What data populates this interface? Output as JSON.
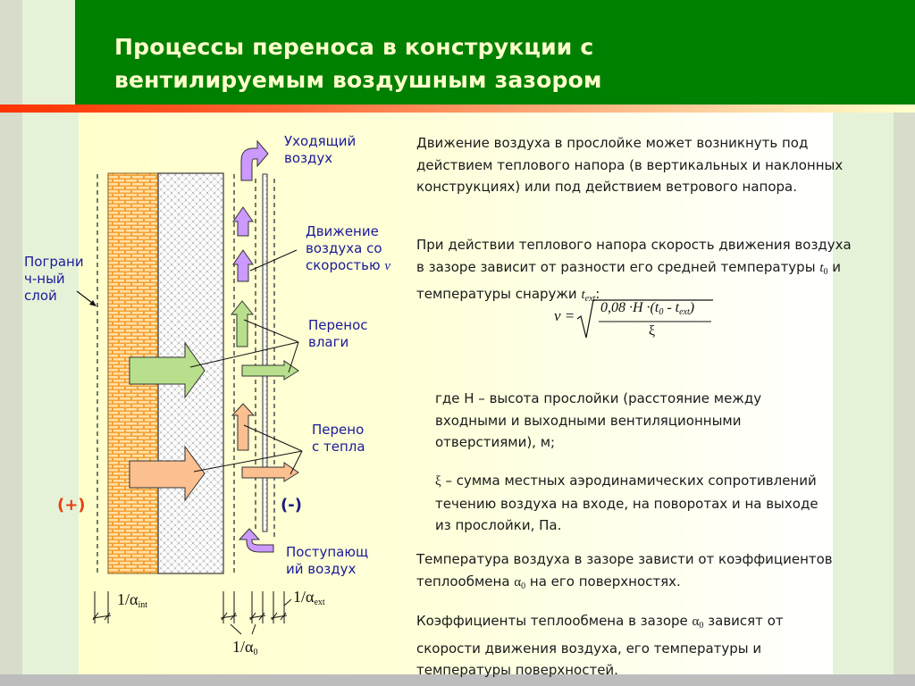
{
  "slide": {
    "title_line1": "Процессы переноса в конструкции с",
    "title_line2": "вентилируемым воздушным зазором",
    "colors": {
      "header": "#008000",
      "title_text": "#ffffcc",
      "accent": "#ff3300",
      "label_text": "#1a1a99",
      "plus": "#e64010",
      "minus": "#1a1a80",
      "brick": "#f5a031",
      "air_arrow": "#cc99ff",
      "moisture_arrow": "#b8e08c",
      "heat_arrow": "#fbbf90"
    }
  },
  "diagram": {
    "labels": {
      "outgoing_air": [
        "Уходящий",
        "воздух"
      ],
      "air_movement": [
        "Движение",
        "воздуха со",
        "скоростью"
      ],
      "air_movement_symbol": "v",
      "boundary_layer": [
        "Пограни",
        "ч-ный",
        "слой"
      ],
      "moisture_transfer": [
        "Перенос",
        "влаги"
      ],
      "heat_transfer": [
        "Перено",
        "с тепла"
      ],
      "incoming_air": [
        "Поступающ",
        "ий воздух"
      ],
      "plus": "(+)",
      "minus": "(-)",
      "r_int": "1/α",
      "r_int_sub": "int",
      "r_ext": "1/α",
      "r_ext_sub": "ext",
      "r_0": "1/α",
      "r_0_sub": "0"
    }
  },
  "text": {
    "p1": "Движение воздуха в прослойке может возникнуть под действием теплового напора (в вертикальных и наклонных конструкциях) или под действием ветрового напора.",
    "p2_a": "При действии теплового напора скорость движения воздуха в зазоре зависит от разности его средней температуры ",
    "p2_t0": "t",
    "p2_t0_sub": "0",
    "p2_b": " и температуры снаружи ",
    "p2_text": "t",
    "p2_text_sub": "ext",
    "p2_c": ":",
    "formula": {
      "lhs": "v =",
      "numerator": "0,08 ·H ·(t",
      "num_sub0": "0",
      "num_mid": " - t",
      "num_subext": "ext",
      "num_end": ")",
      "denominator": "ξ"
    },
    "p3": "где H – высота прослойки (расстояние между входными и выходными вентиляционными отверстиями), м;",
    "p4_sym": "ξ",
    "p4": " – сумма местных аэродинамических сопротивлений течению воздуха на входе, на поворотах и на выходе из прослойки, Па.",
    "p5_a": "Температура воздуха в зазоре зависти от коэффициентов теплообмена ",
    "p5_sym": "α",
    "p5_sub": "0",
    "p5_b": " на его поверхностях.",
    "p6_a": "Коэффициенты теплообмена в зазоре ",
    "p6_sym": "α",
    "p6_sub": "0",
    "p6_b": " зависят от скорости движения воздуха, его температуры и температуры поверхностей."
  }
}
